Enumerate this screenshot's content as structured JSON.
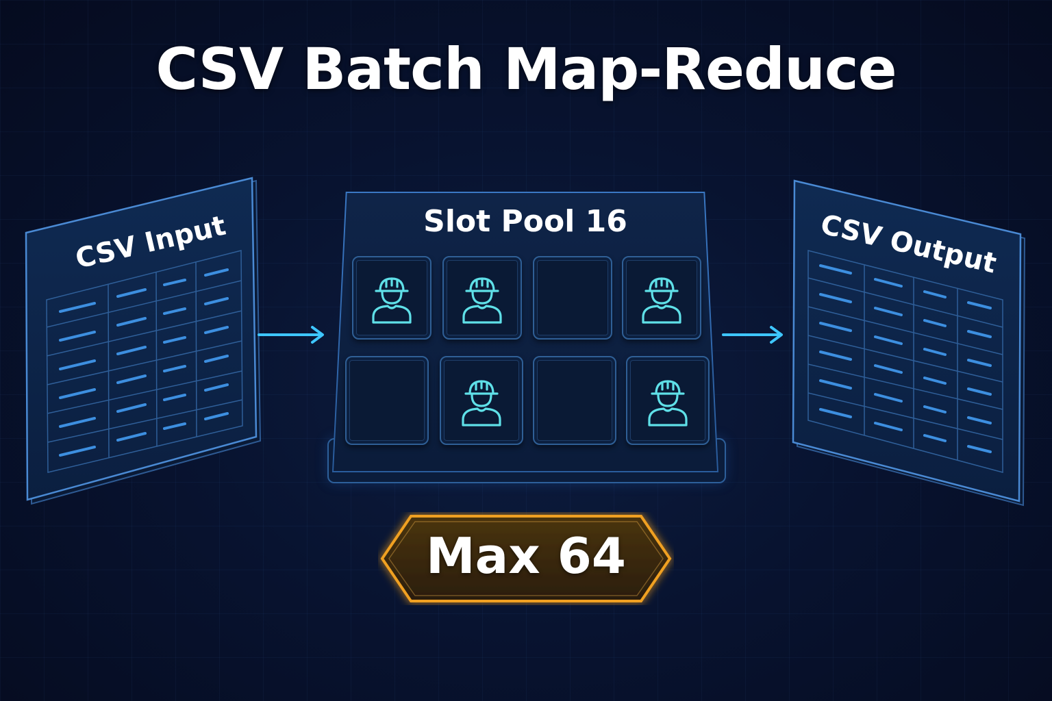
{
  "title": "CSV Batch Map-Reduce",
  "input_panel": {
    "label": "CSV Input",
    "icon": "spreadsheet-icon"
  },
  "slot_pool": {
    "label": "Slot Pool 16",
    "slots": [
      {
        "occupied": true,
        "icon": "worker-icon"
      },
      {
        "occupied": true,
        "icon": "worker-icon"
      },
      {
        "occupied": false,
        "icon": ""
      },
      {
        "occupied": true,
        "icon": "worker-icon"
      },
      {
        "occupied": false,
        "icon": ""
      },
      {
        "occupied": true,
        "icon": "worker-icon"
      },
      {
        "occupied": false,
        "icon": ""
      },
      {
        "occupied": true,
        "icon": "worker-icon"
      }
    ]
  },
  "output_panel": {
    "label": "CSV Output",
    "icon": "spreadsheet-icon"
  },
  "badge": {
    "label": "Max 64",
    "color": "#f0a020"
  },
  "colors": {
    "background": "#07102a",
    "panel_border": "#3a78c4",
    "cell_line": "#3d8fe0",
    "worker_icon": "#5fe0e8",
    "arrow": "#3ec6ff"
  }
}
